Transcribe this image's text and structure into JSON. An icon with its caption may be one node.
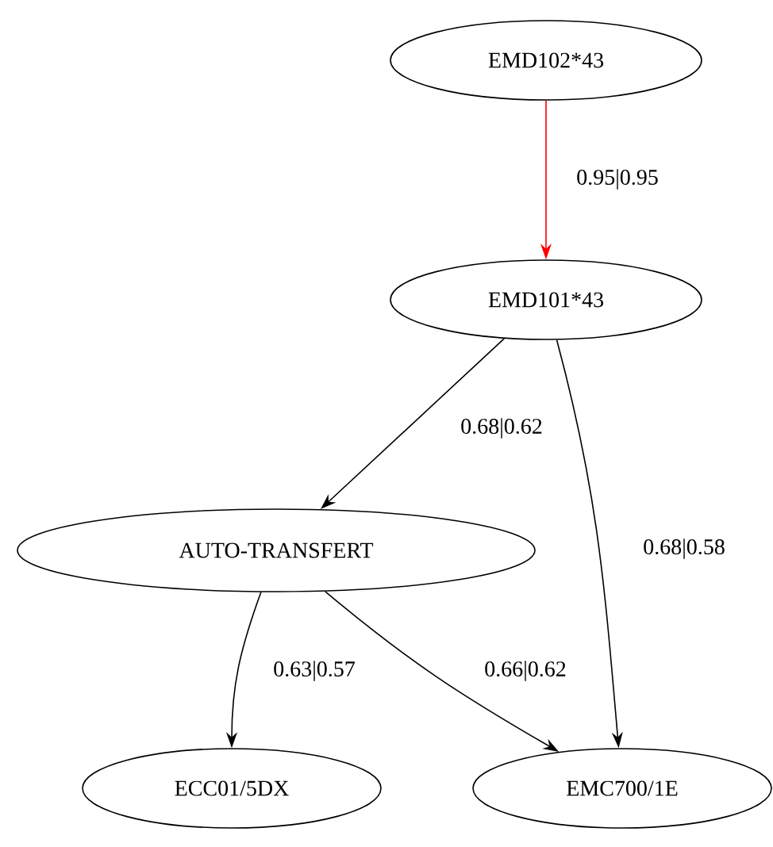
{
  "diagram": {
    "nodes": [
      {
        "text": [
          "EMD102*43"
        ]
      },
      {
        "text": [
          "EMD101*43"
        ]
      },
      {
        "text": [
          "AUTO-TRANSFERT"
        ]
      },
      {
        "text": [
          "ECC01/5DX"
        ]
      },
      {
        "text": [
          "EMC700/1E"
        ]
      }
    ],
    "edges": [
      {
        "from": 0,
        "to": 1,
        "arrow": "to",
        "label": "0.95|0.95",
        "color": "#ff0000"
      },
      {
        "from": 1,
        "to": 2,
        "arrow": "to",
        "label": "0.68|0.62"
      },
      {
        "from": 1,
        "to": 4,
        "arrow": "to",
        "label": "0.68|0.58"
      },
      {
        "from": 2,
        "to": 3,
        "arrow": "to",
        "label": "0.63|0.57"
      },
      {
        "from": 2,
        "to": 4,
        "arrow": "to",
        "label": "0.66|0.62"
      }
    ]
  }
}
